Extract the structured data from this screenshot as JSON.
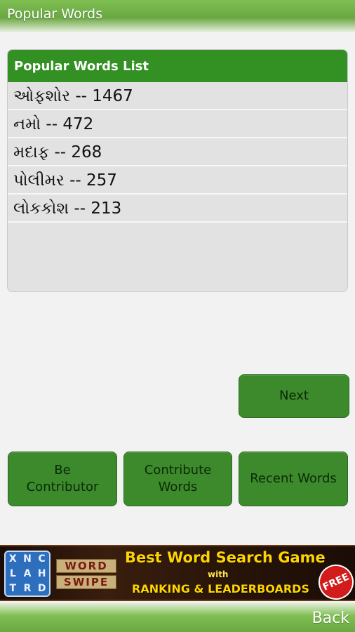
{
  "header": {
    "title": "Popular Words"
  },
  "list": {
    "heading": "Popular Words List",
    "items": [
      {
        "text": "ઓફશોર -- 1467"
      },
      {
        "text": "નમો  -- 472"
      },
      {
        "text": "મદાફ  -- 268"
      },
      {
        "text": "પોલીમર -- 257"
      },
      {
        "text": "લોકકોશ -- 213"
      }
    ]
  },
  "buttons": {
    "next": "Next",
    "be_contributor_line1": "Be",
    "be_contributor_line2": "Contributor",
    "contribute_line1": "Contribute",
    "contribute_line2": "Words",
    "recent": "Recent Words"
  },
  "ad": {
    "grid_letters": [
      "X",
      "N",
      "C",
      "L",
      "A",
      "H",
      "T",
      "R",
      "D"
    ],
    "logo_line1": "WORD",
    "logo_line2": "SWIPE",
    "headline": "Best Word Search Game",
    "with": "with",
    "subline": "RANKING & LEADERBOARDS",
    "badge": "FREE"
  },
  "footer": {
    "back": "Back"
  },
  "colors": {
    "accent": "#339123",
    "button": "#3c8a2c",
    "titlebar": "#6aa842"
  }
}
